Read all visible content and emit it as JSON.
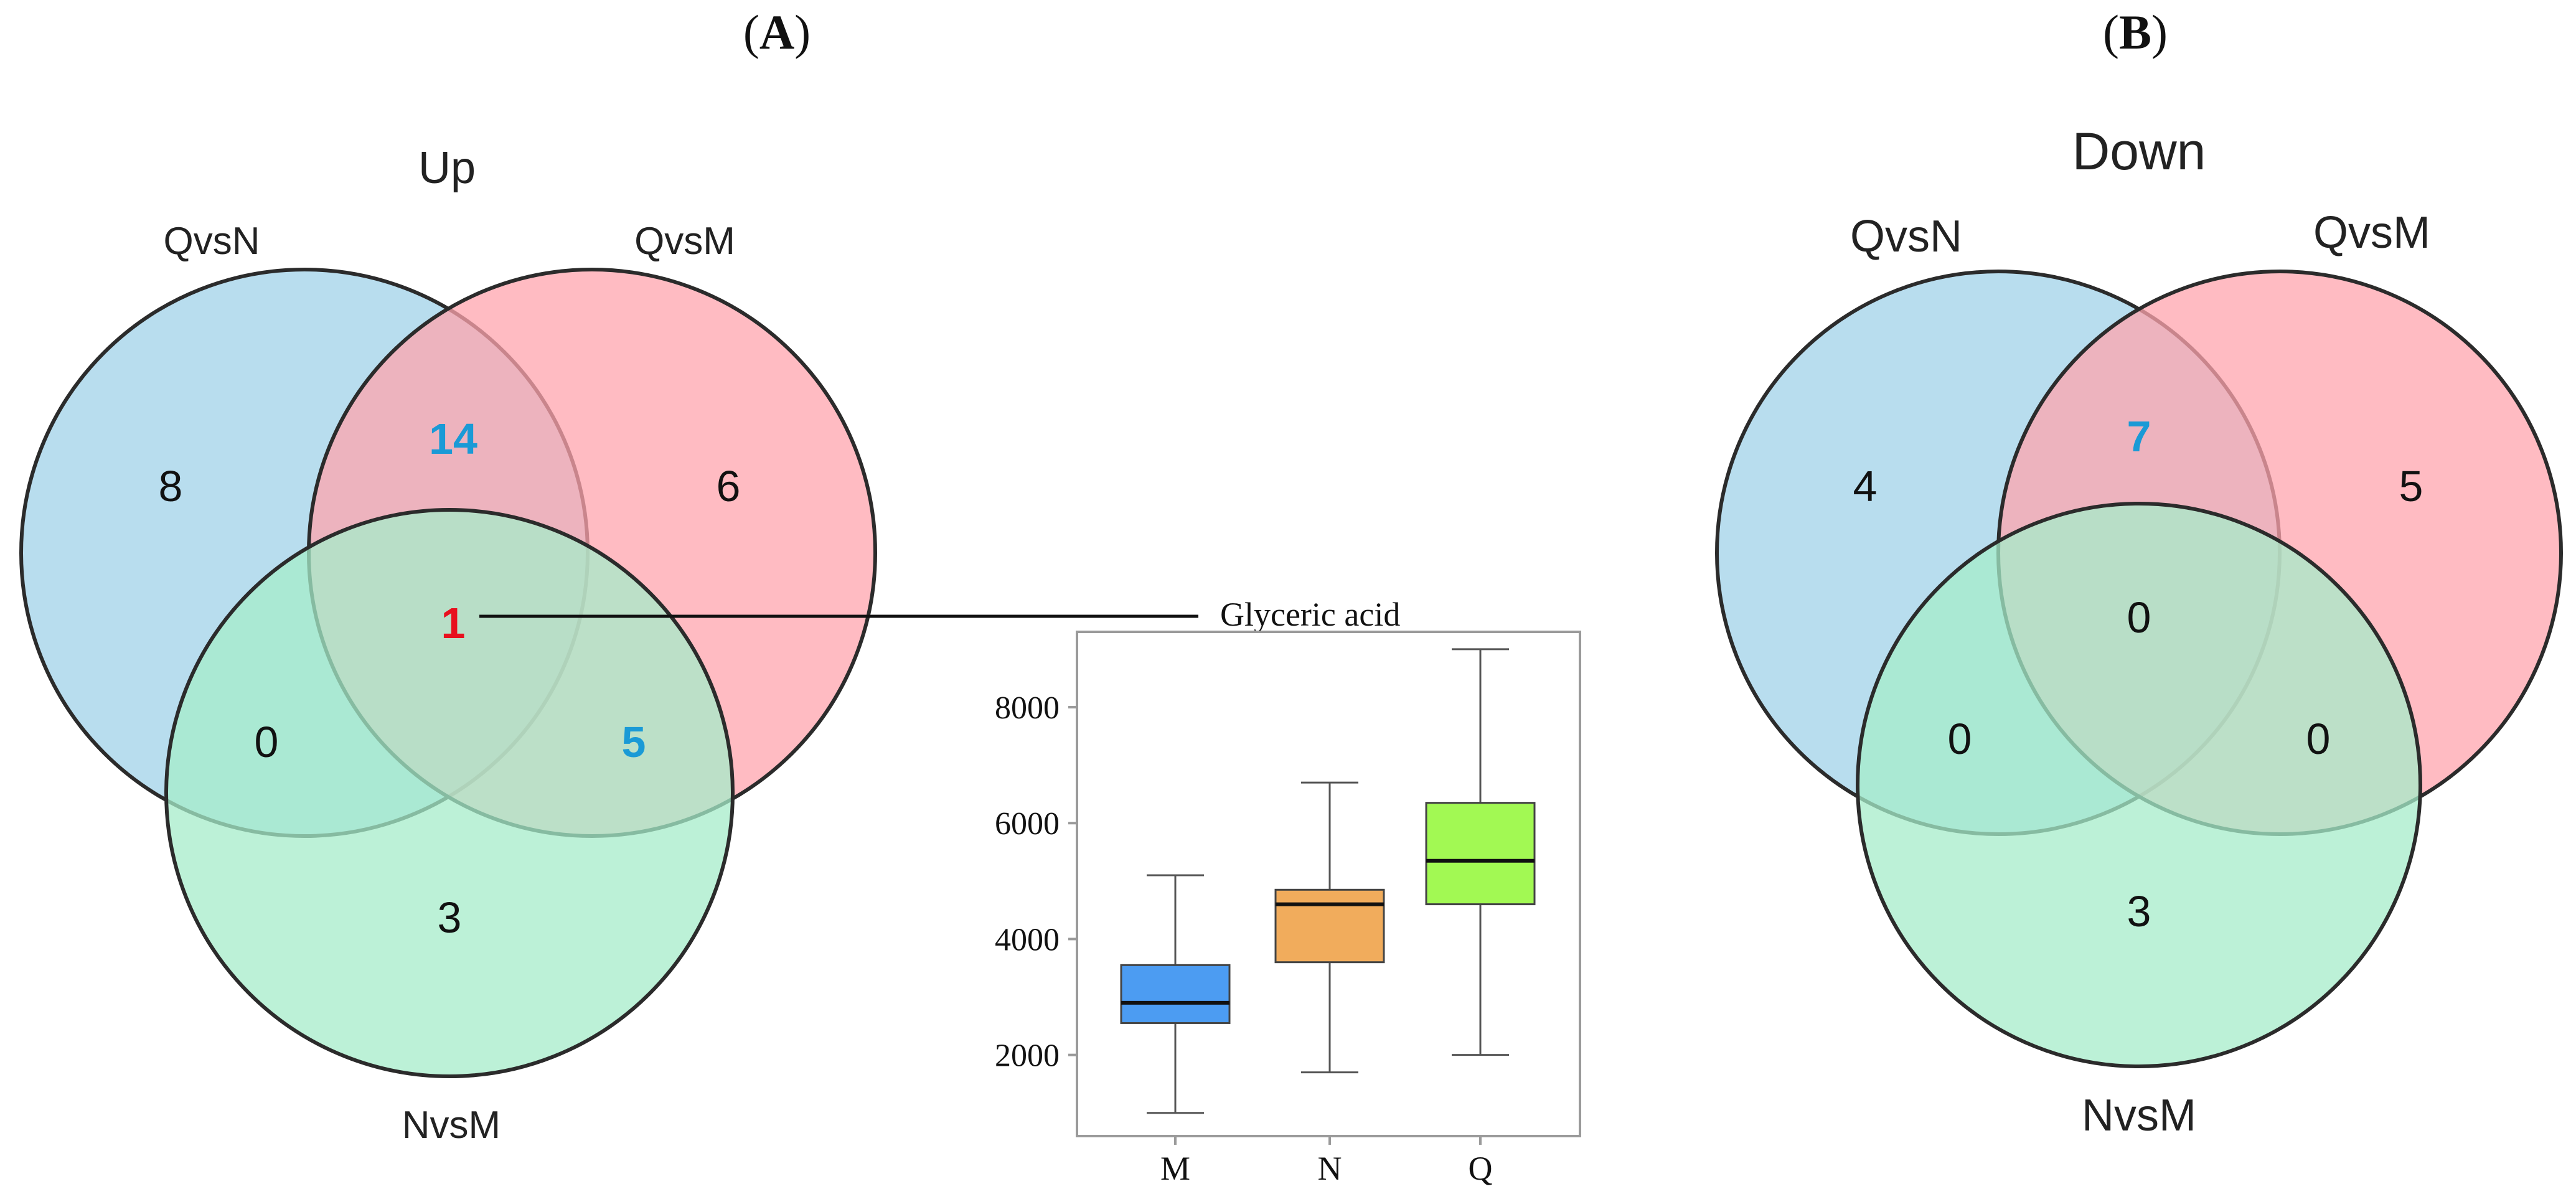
{
  "panels": {
    "a": {
      "label_open": "(",
      "label_letter": "A",
      "label_close": ")",
      "title": "Up",
      "sets": {
        "qvsn": "QvsN",
        "qvsm": "QvsM",
        "nvsm": "NvsM"
      },
      "regions": {
        "qvsn_only": "8",
        "qvsm_only": "6",
        "nvsm_only": "3",
        "qvsn_qvsm": "14",
        "qvsn_nvsm": "0",
        "qvsm_nvsm": "5",
        "all_three": "1"
      },
      "callout": "Glyceric acid"
    },
    "b": {
      "label_open": "(",
      "label_letter": "B",
      "label_close": ")",
      "title": "Down",
      "sets": {
        "qvsn": "QvsN",
        "qvsm": "QvsM",
        "nvsm": "NvsM"
      },
      "regions": {
        "qvsn_only": "4",
        "qvsm_only": "5",
        "nvsm_only": "3",
        "qvsn_qvsm": "7",
        "qvsn_nvsm": "0",
        "qvsm_nvsm": "0",
        "all_three": "0"
      }
    }
  },
  "colors": {
    "qvsn": "#a6d4ea",
    "qvsm": "#ffa4ae",
    "nvsm": "#a5ecca",
    "outline": "#2b2b2b",
    "highlight_blue": "#1a9ad6",
    "highlight_red": "#e8101e"
  },
  "chart_data": {
    "type": "box",
    "title": "",
    "xlabel": "",
    "ylabel": "",
    "categories": [
      "M",
      "N",
      "Q"
    ],
    "ylim": [
      600,
      9300
    ],
    "yticks": [
      2000,
      4000,
      6000,
      8000
    ],
    "series": [
      {
        "category": "M",
        "whisker_low": 1000,
        "q1": 2550,
        "median": 2900,
        "q3": 3550,
        "whisker_high": 5100,
        "color": "#4c9cf2"
      },
      {
        "category": "N",
        "whisker_low": 1700,
        "q1": 3600,
        "median": 4600,
        "q3": 4850,
        "whisker_high": 6700,
        "color": "#f1ac5c"
      },
      {
        "category": "Q",
        "whisker_low": 2000,
        "q1": 4600,
        "median": 5350,
        "q3": 6350,
        "whisker_high": 9000,
        "color": "#a2f953"
      }
    ],
    "grid": false
  }
}
